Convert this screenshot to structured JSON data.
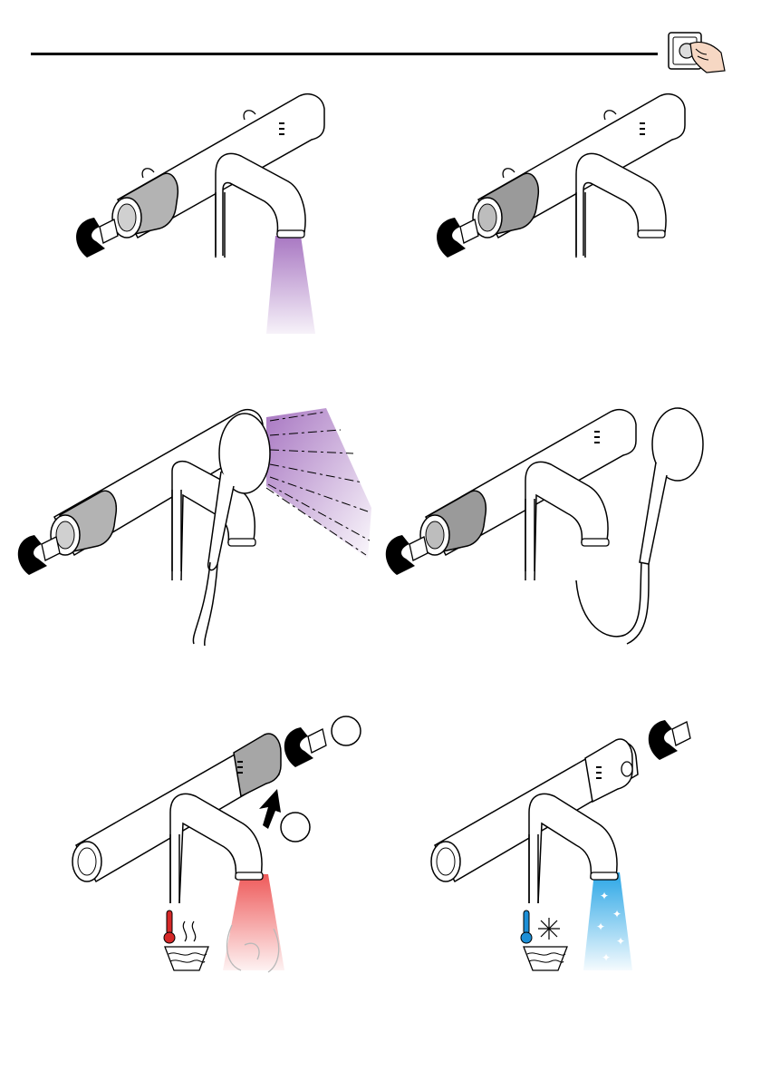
{
  "header": {
    "icon": "hand-turning-knob-icon"
  },
  "panels": [
    {
      "id": "p1",
      "action": "rotate-left-knob",
      "flow": "spout",
      "flow_color": "#a877c2"
    },
    {
      "id": "p2",
      "action": "rotate-left-knob-off",
      "flow": "none"
    },
    {
      "id": "p3",
      "action": "rotate-left-knob",
      "flow": "shower",
      "flow_color": "#a877c2"
    },
    {
      "id": "p4",
      "action": "rotate-left-knob-off",
      "flow": "none"
    },
    {
      "id": "p5",
      "action": "press-and-rotate-right-knob",
      "flow": "spout",
      "flow_color": "#f08080",
      "markers": [
        "",
        ""
      ],
      "temperature": "hot"
    },
    {
      "id": "p6",
      "action": "rotate-right-knob",
      "flow": "spout",
      "flow_color": "#2aa6e6",
      "temperature": "cold"
    }
  ],
  "colors": {
    "knob": "#b3b3b3",
    "hot": "#d62828",
    "cold": "#1d8fd6",
    "outline": "#000000"
  }
}
